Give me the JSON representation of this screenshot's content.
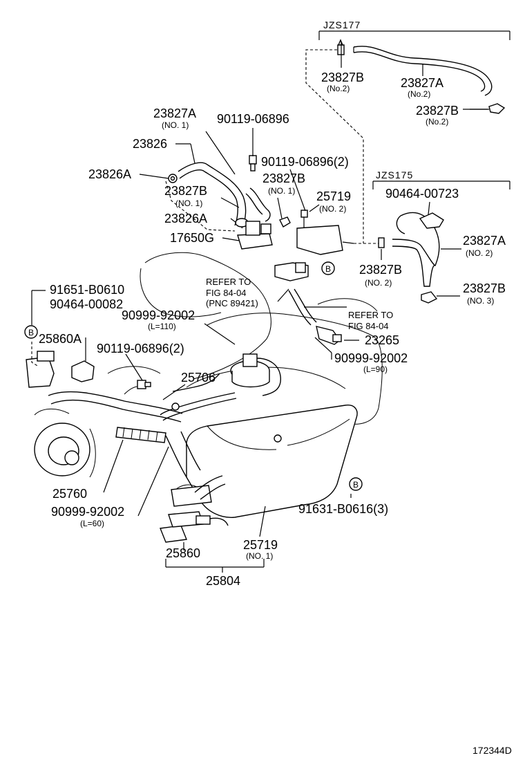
{
  "groups": {
    "g1": "JZS177",
    "g2": "JZS175"
  },
  "labels": {
    "l01": "23827B",
    "l01s": "(No.2)",
    "l02": "23827A",
    "l02s": "(No.2)",
    "l03": "23827B",
    "l03s": "(No.2)",
    "l04": "23827A",
    "l04s": "(NO. 1)",
    "l05": "90119-06896",
    "l06": "23826",
    "l07": "90119-06896(2)",
    "l08": "23826A",
    "l09": "23827B",
    "l09s": "(NO. 1)",
    "l10": "25719",
    "l10s": "(NO. 2)",
    "l11": "23827B",
    "l11s": "(NO. 1)",
    "l12": "23826A",
    "l13": "17650G",
    "l14": "90464-00723",
    "l15": "23827A",
    "l15s": "(NO. 2)",
    "l16": "23827B",
    "l16s": "(NO. 2)",
    "l17": "23827B",
    "l17s": "(NO. 3)",
    "l18": "91651-B0610",
    "l19": "90464-00082",
    "l20": "90999-92002",
    "l20s": "(L=110)",
    "l21": "25860A",
    "l22": "90119-06896(2)",
    "l23": "25706",
    "l24": "23265",
    "l25": "90999-92002",
    "l25s": "(L=90)",
    "l26": "25760",
    "l27": "90999-92002",
    "l27s": "(L=60)",
    "l28": "91631-B0616(3)",
    "l29": "25719",
    "l29s": "(NO. 1)",
    "l30": "25860",
    "l31": "25804"
  },
  "refs": {
    "r1a": "REFER TO",
    "r1b": "FIG 84-04",
    "r1c": "(PNC 89421)",
    "r2a": "REFER TO",
    "r2b": "FIG 84-04"
  },
  "markers": {
    "b": "B"
  },
  "footer": {
    "code": "172344D"
  }
}
